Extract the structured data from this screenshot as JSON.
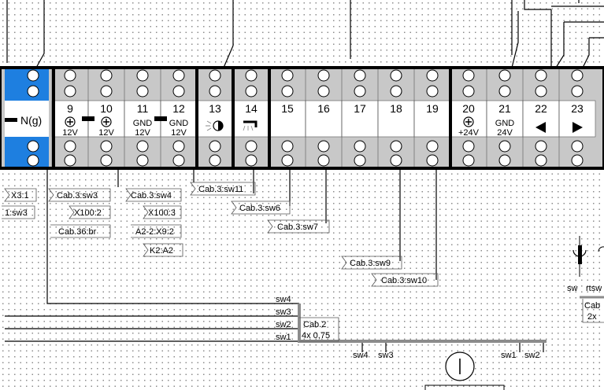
{
  "terminal_strip": {
    "terminals": [
      {
        "number": "",
        "lines": [
          "N(g)"
        ],
        "symbol": "blue-pe"
      },
      {
        "number": "9",
        "lines": [
          "12V"
        ],
        "symbol": "plus-circle-icon"
      },
      {
        "number": "10",
        "lines": [
          "12V"
        ],
        "symbol": "plus-circle-icon"
      },
      {
        "number": "11",
        "lines": [
          "GND",
          "12V"
        ],
        "symbol": ""
      },
      {
        "number": "12",
        "lines": [
          "GND",
          "12V"
        ],
        "symbol": ""
      },
      {
        "number": "13",
        "lines": [],
        "symbol": "lamp-icon"
      },
      {
        "number": "14",
        "lines": [],
        "symbol": "shower-icon"
      },
      {
        "number": "15",
        "lines": [],
        "symbol": ""
      },
      {
        "number": "16",
        "lines": [],
        "symbol": ""
      },
      {
        "number": "17",
        "lines": [],
        "symbol": ""
      },
      {
        "number": "18",
        "lines": [],
        "symbol": ""
      },
      {
        "number": "19",
        "lines": [],
        "symbol": ""
      },
      {
        "number": "20",
        "lines": [
          "+24V"
        ],
        "symbol": "plus-circle-icon"
      },
      {
        "number": "21",
        "lines": [
          "GND",
          "24V"
        ],
        "symbol": ""
      },
      {
        "number": "22",
        "lines": [],
        "symbol": "arrow-left-icon"
      },
      {
        "number": "23",
        "lines": [],
        "symbol": "arrow-right-icon"
      }
    ]
  },
  "references": {
    "x3_1": "X3:1",
    "sw3_left": "1:sw3",
    "cab3_sw3": "Cab.3:sw3",
    "x100_2": "X100:2",
    "cab36_br": "Cab.36:br",
    "cab3_sw4": "Cab.3:sw4",
    "x100_3": "X100:3",
    "a2_2_x9_2": "A2-2:X9:2",
    "k2_a2": "K2:A2",
    "cab3_sw11": "Cab.3:sw11",
    "cab3_sw6": "Cab.3:sw6",
    "cab3_sw7": "Cab.3:sw7",
    "cab3_sw9": "Cab.3:sw9",
    "cab3_sw10": "Cab.3:sw10"
  },
  "cable": {
    "wires": [
      "sw4",
      "sw3",
      "sw2",
      "sw1"
    ],
    "name": "Cab.2",
    "spec": "4x 0,75",
    "bottom_labels": [
      "sw4",
      "sw3",
      "sw1",
      "sw2"
    ]
  },
  "right_component": {
    "labels": [
      "sw",
      "rtsw"
    ],
    "cable_name": "Cab",
    "cable_spec": "2x"
  },
  "colors": {
    "terminal_fill": "#c8c8c8",
    "pe_blue": "#1e7fe0",
    "cable_gray": "#8c8c8c",
    "outline": "#000000"
  }
}
